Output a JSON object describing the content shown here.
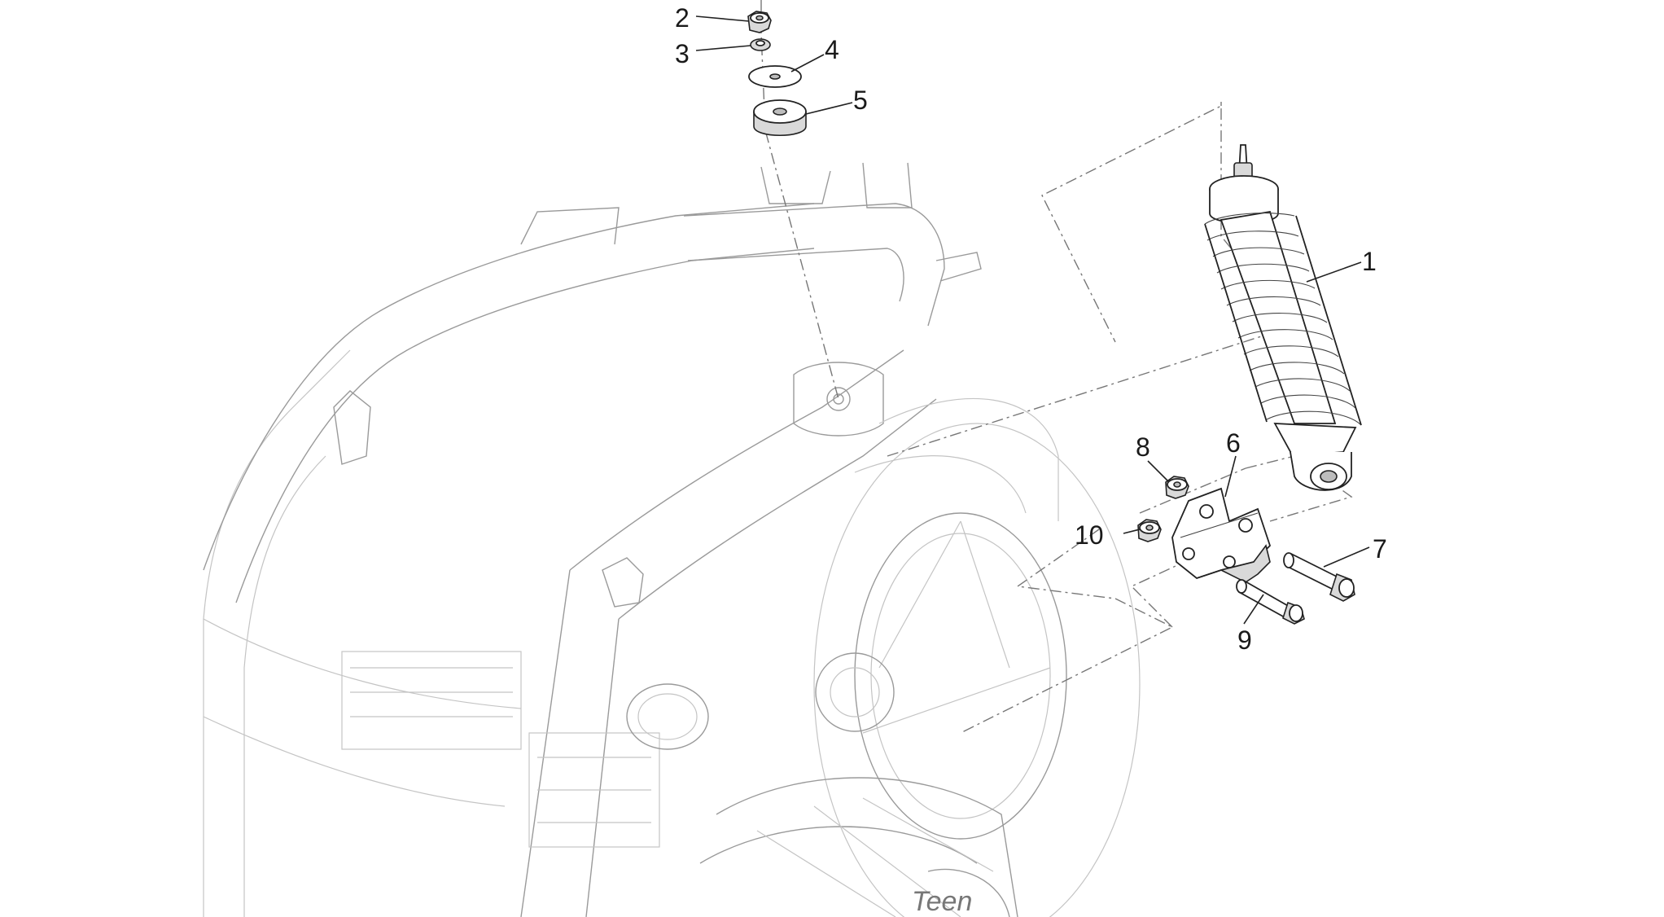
{
  "callouts": [
    {
      "id": "1",
      "label": "1"
    },
    {
      "id": "2",
      "label": "2"
    },
    {
      "id": "3",
      "label": "3"
    },
    {
      "id": "4",
      "label": "4"
    },
    {
      "id": "5",
      "label": "5"
    },
    {
      "id": "6",
      "label": "6"
    },
    {
      "id": "7",
      "label": "7"
    },
    {
      "id": "8",
      "label": "8"
    },
    {
      "id": "9",
      "label": "9"
    },
    {
      "id": "10",
      "label": "10"
    }
  ],
  "frame_logo_text": "Teen"
}
